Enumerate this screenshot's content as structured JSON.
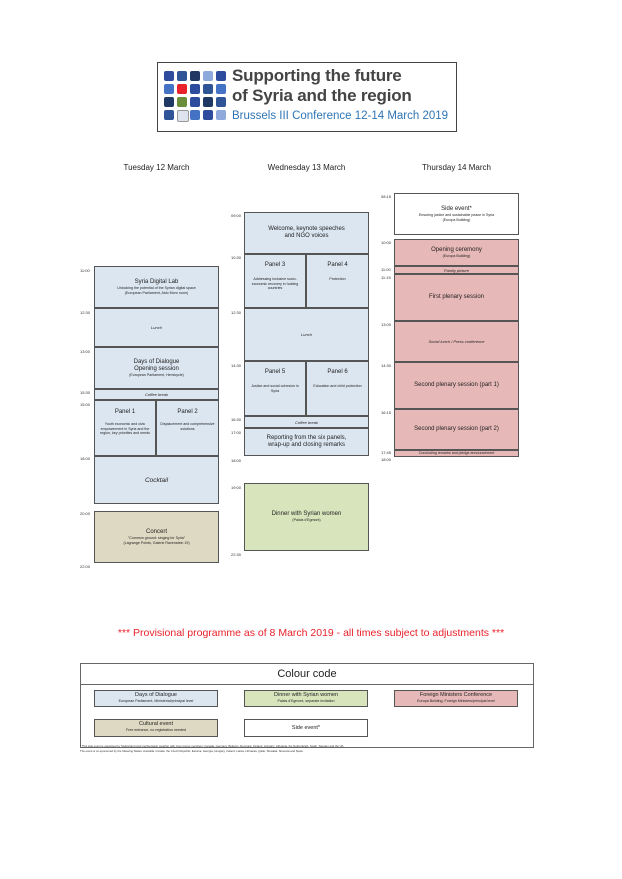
{
  "header": {
    "line1": "Supporting the future",
    "line2": "of Syria and the region",
    "line3": "Brussels III Conference 12-14 March 2019",
    "logo_colors": [
      "#2e4c9e",
      "#2f5597",
      "#e8212a",
      "#4472c4",
      "#6b8e3a",
      "#1f3864",
      "#dde4ee",
      "#8ea9db"
    ]
  },
  "days": {
    "tue": "Tuesday 12 March",
    "wed": "Wednesday 13 March",
    "thu": "Thursday 14 March"
  },
  "times": {
    "tue": [
      "11:00",
      "12:30",
      "13:00",
      "15:30",
      "15:00",
      "18:00",
      "20:00",
      "22:00"
    ],
    "wed": [
      "09:00",
      "10:30",
      "12:30",
      "14:30",
      "16:30",
      "17:00",
      "18:00",
      "19:00",
      "22:30"
    ],
    "thu": [
      "08:15",
      "10:00",
      "11:00",
      "11:15",
      "13:00",
      "14:30",
      "16:15",
      "17:45",
      "18:00"
    ]
  },
  "tuesday": {
    "lab_title": "Syria Digital Lab",
    "lab_sub1": "Unlocking the potential of the Syrian digital space",
    "lab_sub2": "(European Parliament, Aldo Moro room)",
    "lunch": "Lunch",
    "dod_title1": "Days of Dialogue",
    "dod_title2": "Opening session",
    "dod_sub": "(European Parliament, Hemicycle)",
    "coffee": "Coffee break",
    "p1_title": "Panel 1",
    "p1_sub": "Youth economic and civic empowerment in Syria and the region, key priorities and needs",
    "p2_title": "Panel 2",
    "p2_sub": "Displacement and comprehensive solutions",
    "cocktail": "Cocktail",
    "concert_title": "Concert",
    "concert_sub1": "\"Common ground: singing for Syria\"",
    "concert_sub2": "(Lagrange Points, Galerie Ravenstein 19)"
  },
  "wednesday": {
    "welcome1": "Welcome, keynote speeches",
    "welcome2": "and NGO voices",
    "p3_title": "Panel 3",
    "p3_sub": "Addressing inclusive socio-economic recovery in hosting countries",
    "p4_title": "Panel 4",
    "p4_sub": "Protection",
    "lunch": "Lunch",
    "p5_title": "Panel 5",
    "p5_sub": "Justice and social cohesion in Syria",
    "p6_title": "Panel 6",
    "p6_sub": "Education and child protection",
    "coffee": "Coffee break",
    "report1": "Reporting from the six panels,",
    "report2": "wrap-up and closing remarks",
    "dinner": "Dinner with Syrian women",
    "dinner_sub": "(Palais d'Egmont)"
  },
  "thursday": {
    "side_title": "Side event*",
    "side_sub1": "Ensuring justice and sustainable peace in Syria",
    "side_sub2": "(Europa Building)",
    "opening1": "Opening ceremony",
    "opening_sub": "(Europa Building)",
    "family": "Family picture",
    "first": "First plenary session",
    "social": "Social lunch / Press conference",
    "second1": "Second plenary session (part 1)",
    "second2": "Second plenary session (part 2)",
    "concluding": "Concluding remarks and pledge announcement"
  },
  "provisional": "*** Provisional programme as of 8 March 2019 - all times subject to adjustments ***",
  "legend": {
    "title": "Colour code",
    "dod_title": "Days of Dialogue",
    "dod_sub": "European Parliament, Ministerial/principal level",
    "dinner_title": "Dinner with Syrian women",
    "dinner_sub": "Palais d'Egmont, separate invitation",
    "fmc_title": "Foreign Ministers Conference",
    "fmc_sub": "Europa Building, Foreign Ministers/principal level",
    "cultural_title": "Cultural event",
    "cultural_sub": "Free entrance, no registration needed",
    "side_title": "Side event*"
  },
  "footnotes": {
    "line1": "* This side event is organised by Switzerland and Liechtenstein together with Core Group members: Canada, Germany, Belgium, Denmark, Finland, Hungary, Lithuania, the Netherlands, Spain, Sweden and the UK.",
    "line2": "The event is co-sponsored by the following States: Australia, Croatia, the Czech Republic, Estonia, Georgia, Hungary, Ireland, Latvia, Lithuania, Qatar, Slovakia, Slovenia and Spain."
  },
  "colors": {
    "blue": "#dce6f1",
    "green": "#d8e4bc",
    "tan": "#ddd9c3",
    "pink": "#e6b8b7",
    "red_text": "#e8212a",
    "header_blue": "#2f75b5"
  }
}
